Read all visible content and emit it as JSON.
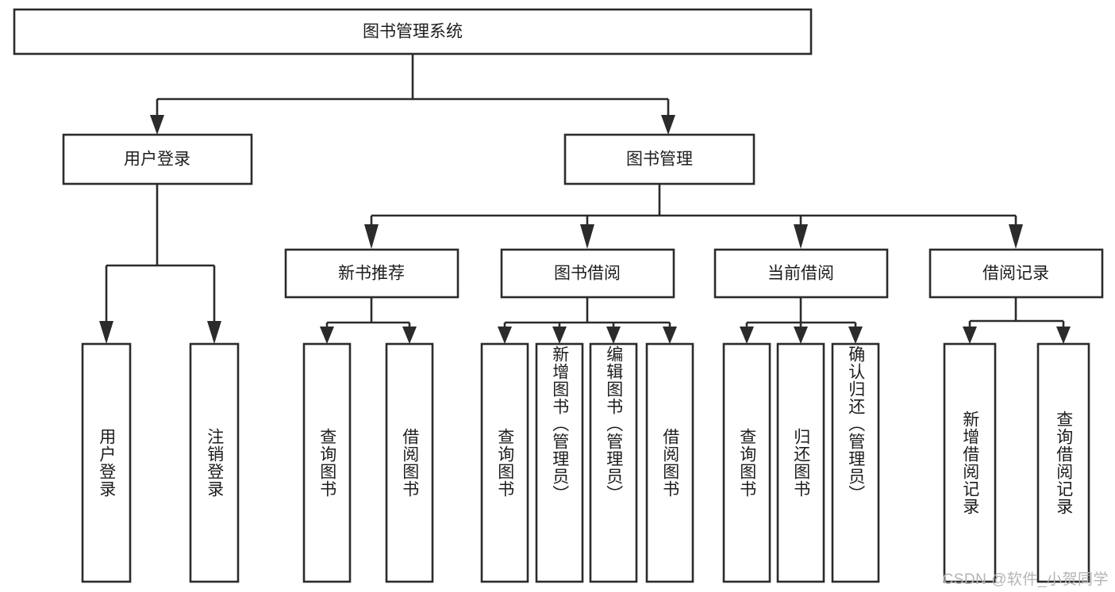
{
  "diagram": {
    "type": "tree-hierarchy",
    "title": "图书管理系统",
    "text_color": "#1d1d1d",
    "line_color": "#2b2b2b",
    "box_fill": "#ffffff",
    "background": "#ffffff",
    "root": {
      "label": "图书管理系统"
    },
    "level2": [
      {
        "label": "用户登录"
      },
      {
        "label": "图书管理"
      }
    ],
    "level3": [
      {
        "label": "新书推荐"
      },
      {
        "label": "图书借阅"
      },
      {
        "label": "当前借阅"
      },
      {
        "label": "借阅记录"
      }
    ],
    "leaves": {
      "user_login": [
        {
          "label": "用户登录"
        },
        {
          "label": "注销登录"
        }
      ],
      "new_book": [
        {
          "label": "查询图书"
        },
        {
          "label": "借阅图书"
        }
      ],
      "book_borrow": [
        {
          "label": "查询图书"
        },
        {
          "label": "新增图书（管理员）"
        },
        {
          "label": "编辑图书（管理员）"
        },
        {
          "label": "借阅图书"
        }
      ],
      "current_borrow": [
        {
          "label": "查询图书"
        },
        {
          "label": "归还图书"
        },
        {
          "label": "确认归还（管理员）"
        }
      ],
      "borrow_record": [
        {
          "label": "新增借阅记录"
        },
        {
          "label": "查询借阅记录"
        }
      ]
    }
  },
  "watermark": {
    "text": "CSDN @软件_小贺同学",
    "color": "#b4b4b4"
  }
}
